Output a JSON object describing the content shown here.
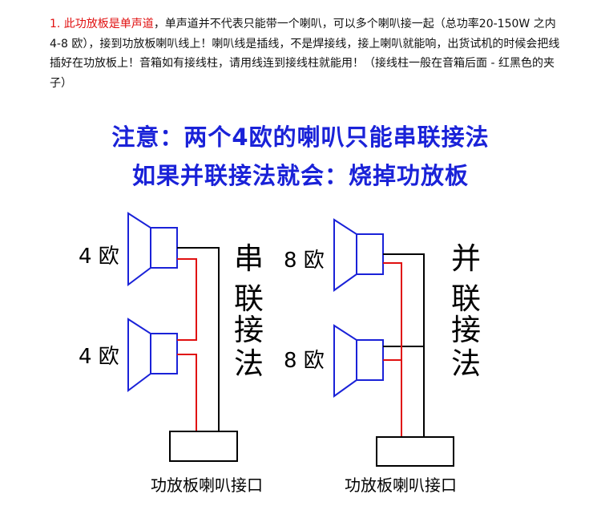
{
  "notice": {
    "lead": "1. 此功放板是单声道",
    "body": "，单声道并不代表只能带一个喇叭，可以多个喇叭接一起（总功率20-150W 之内 4-8 欧），接到功放板喇叭线上！喇叭线是插线，不是焊接线，接上喇叭就能响，出货试机的时候会把线插好在功放板上！音箱如有接线柱，请用线连到接线柱就能用！（接线柱一般在音箱后面 - 红黑色的夹子）"
  },
  "warning": {
    "line1": "注意：两个4欧的喇叭只能串联接法",
    "line2": "如果并联接法就会：烧掉功放板"
  },
  "series": {
    "speaker_top_label": "4 欧",
    "speaker_bottom_label": "4 欧",
    "mode_chars": [
      "串",
      "联",
      "接",
      "法"
    ],
    "board_label": "功放板喇叭接口"
  },
  "parallel": {
    "speaker_top_label": "8 欧",
    "speaker_bottom_label": "8 欧",
    "mode_chars": [
      "并",
      "联",
      "接",
      "法"
    ],
    "board_label": "功放板喇叭接口"
  },
  "colors": {
    "warning_text": "#1a22d8",
    "notice_lead": "#e01010",
    "positive_wire": "#e01010",
    "negative_wire": "#000000",
    "speaker_outline": "#1a22d8"
  }
}
